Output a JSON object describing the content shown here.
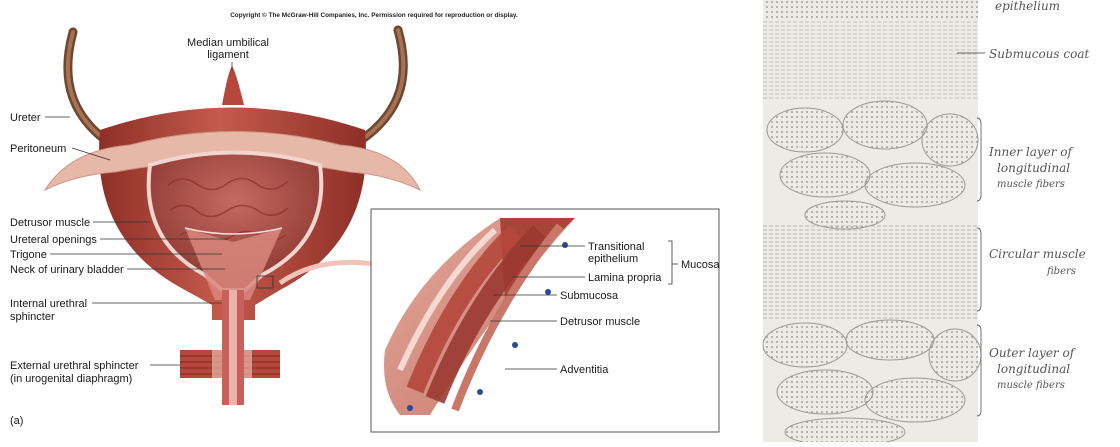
{
  "copyright": "Copyright © The McGraw-Hill Companies, Inc. Permission required for reproduction or display.",
  "figure_tag": "(a)",
  "bladder_labels": {
    "median": "Median umbilical",
    "median2": "ligament",
    "ureter": "Ureter",
    "peritoneum": "Peritoneum",
    "detrusor": "Detrusor muscle",
    "ureteral_openings": "Ureteral openings",
    "trigone": "Trigone",
    "neck": "Neck of urinary bladder",
    "internal1": "Internal urethral",
    "internal2": "sphincter",
    "external1": "External urethral sphincter",
    "external2": "(in urogenital diaphragm)"
  },
  "inset_labels": {
    "transitional1": "Transitional",
    "transitional2": "epithelium",
    "lamina": "Lamina propria",
    "mucosa": "Mucosa",
    "submucosa": "Submucosa",
    "detrusor": "Detrusor muscle",
    "adventitia": "Adventitia"
  },
  "histology_labels": {
    "epithelium": "epithelium",
    "submucous": "Submucous coat",
    "inner1": "Inner layer of",
    "inner2": "longitudinal",
    "inner3": "muscle fibers",
    "circular1": "Circular muscle",
    "circular2": "fibers",
    "outer1": "Outer layer of",
    "outer2": "longitudinal",
    "outer3": "muscle fibers"
  },
  "colors": {
    "muscle": "#b5473c",
    "muscle_dark": "#8e2f27",
    "interior": "#c9615a",
    "peritoneum": "#e7b7a8",
    "ureter": "#8a5a3c",
    "histo_bg": "#ecebe6",
    "histo_ink": "#8b8b86"
  }
}
